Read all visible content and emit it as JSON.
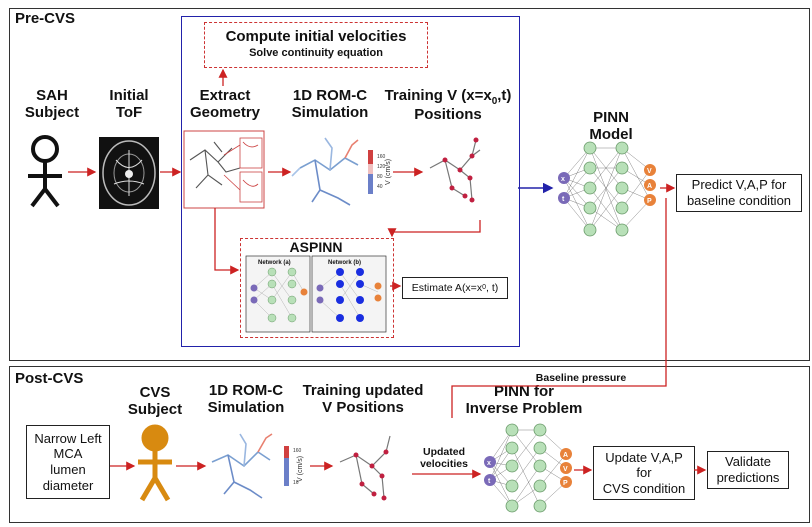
{
  "pre_section": {
    "title": "Pre-CVS"
  },
  "post_section": {
    "title": "Post-CVS"
  },
  "velocity_box": {
    "title": "Compute initial velocities",
    "subtitle": "Solve continuity equation"
  },
  "pre_steps": {
    "sah_line1": "SAH",
    "sah_line2": "Subject",
    "tof_line1": "Initial",
    "tof_line2": "ToF",
    "extract_line1": "Extract",
    "extract_line2": "Geometry",
    "rom_line1": "1D ROM-C",
    "rom_line2": "Simulation",
    "train_line1": "Training V (x=x",
    "train_sub": "0",
    "train_line1_end": ",t)",
    "train_line2": "Positions",
    "pinn_line1": "PINN",
    "pinn_line2": "Model"
  },
  "aspinn": {
    "title": "ASPINN",
    "network_a": "Network (a)",
    "network_b": "Network (b)",
    "estimate": "Estimate A(x=x",
    "estimate_sub": "0",
    "estimate_end": ", t)"
  },
  "predict_box": {
    "line1": "Predict V,A,P for",
    "line2": "baseline condition"
  },
  "colorbar_label": "V (cm/s)",
  "post_steps": {
    "narrow_line1": "Narrow Left",
    "narrow_line2": "MCA",
    "narrow_line3": "lumen",
    "narrow_line4": "diameter",
    "cvs_line1": "CVS",
    "cvs_line2": "Subject",
    "rom_line1": "1D ROM-C",
    "rom_line2": "Simulation",
    "train_line1": "Training updated",
    "train_line2": "V Positions",
    "updated_line1": "Updated",
    "updated_line2": "velocities",
    "pinn_line1": "PINN for",
    "pinn_line2": "Inverse Problem",
    "baseline_pressure": "Baseline pressure",
    "update_line1": "Update V,A,P",
    "update_line2": "for",
    "update_line3": "CVS condition",
    "validate_line1": "Validate",
    "validate_line2": "predictions"
  },
  "network_labels": {
    "x": "x",
    "t": "t",
    "v": "V",
    "a": "A",
    "p": "P"
  },
  "colors": {
    "arrow": "#cc2222",
    "blue_frame": "#2222aa",
    "node_green": "#b8e0b8",
    "node_orange": "#e8823a",
    "node_purple": "#7a6ab8",
    "figure_orange": "#d88a10"
  }
}
